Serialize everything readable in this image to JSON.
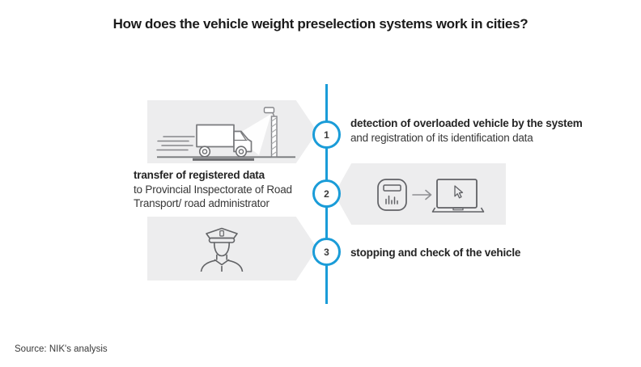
{
  "title": "How does the vehicle weight preselection systems work in cities?",
  "source": "Source: NIK's analysis",
  "colors": {
    "accent_blue": "#1a9cd8",
    "box_gray": "#ededee",
    "icon_stroke": "#626366",
    "title_text": "#1b1b1b",
    "body_text": "#373737"
  },
  "steps": [
    {
      "number": "1",
      "bold": "detection of overloaded vehicle by the system",
      "regular": [
        "and registration of its identification data"
      ],
      "icon": "truck-weigh-station-camera-icon"
    },
    {
      "number": "2",
      "bold": "transfer of registered data",
      "regular": [
        "to Provincial Inspectorate of Road",
        "Transport/ road administrator"
      ],
      "icon": "terminal-arrow-laptop-icon"
    },
    {
      "number": "3",
      "bold": "stopping and check of the vehicle",
      "regular": [],
      "icon": "police-officer-icon"
    }
  ]
}
